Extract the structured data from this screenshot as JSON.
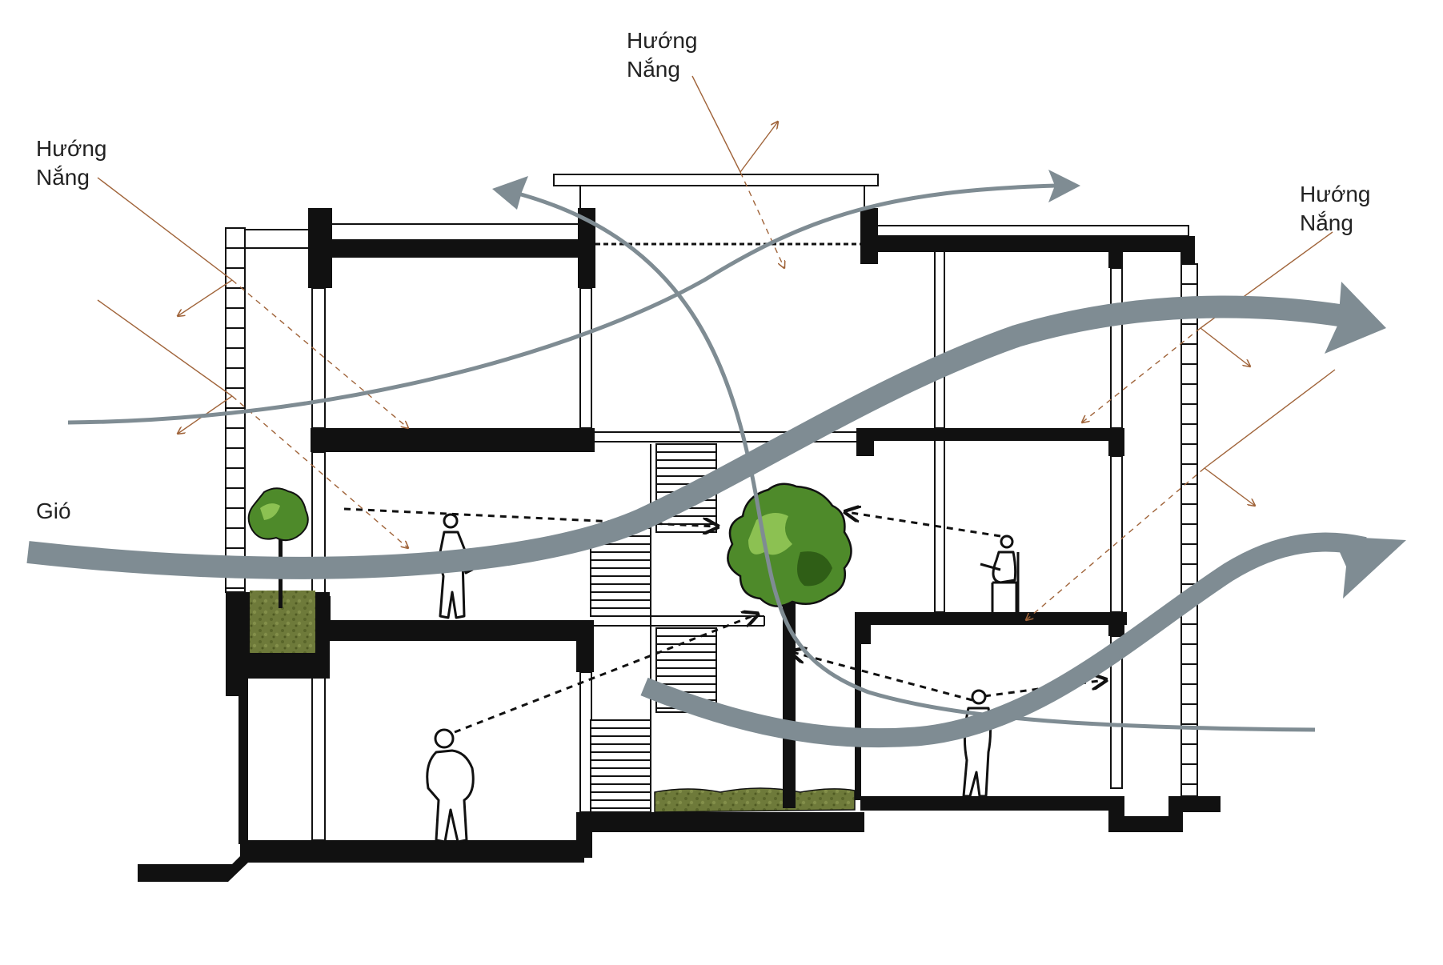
{
  "labels": {
    "sun_top": [
      "Hướng",
      "Nắng"
    ],
    "sun_left": [
      "Hướng",
      "Nắng"
    ],
    "sun_right": [
      "Hướng",
      "Nắng"
    ],
    "wind": "Gió"
  },
  "colors": {
    "wind": "#7f8c93",
    "sun": "#a0643a",
    "structure": "#111111",
    "tree": "#4e8a2a",
    "tree_dark": "#2f5e16",
    "tree_light": "#8cc152",
    "planter": "#6e7a3a"
  },
  "icons": [
    "tree-icon",
    "person-icon",
    "chair-icon",
    "arrow-icon"
  ]
}
